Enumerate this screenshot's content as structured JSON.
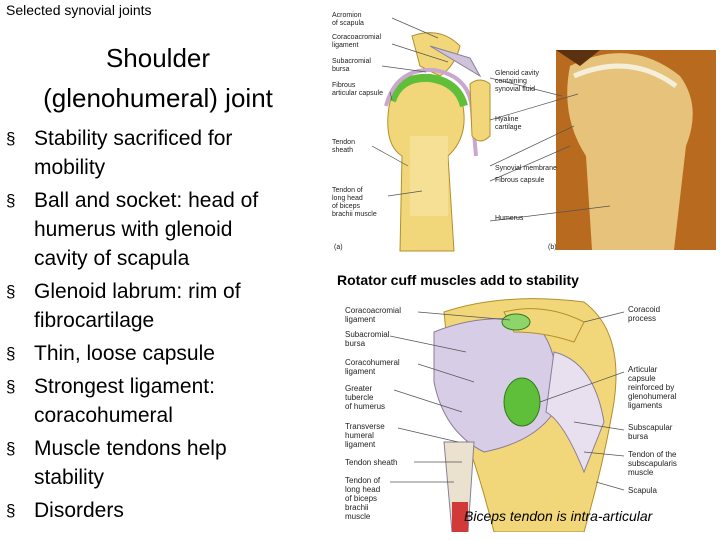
{
  "header": {
    "corner_label": "Selected synovial joints"
  },
  "slide": {
    "title_line1": "Shoulder",
    "title_line2": "(glenohumeral) joint",
    "bullets": [
      {
        "line1": "Stability sacrificed for",
        "line2": "mobility"
      },
      {
        "line1": "Ball and socket:  head of",
        "line2": "humerus with glenoid",
        "line3": "cavity of scapula"
      },
      {
        "line1": "Glenoid labrum: rim of",
        "line2": "fibrocartilage"
      },
      {
        "line1": "Thin, loose capsule"
      },
      {
        "line1": "Strongest ligament:",
        "line2": "coracohumeral"
      },
      {
        "line1": "Muscle tendons help",
        "line2": "stability"
      },
      {
        "line1": "Disorders"
      }
    ],
    "bullet_marker": "§"
  },
  "figure_top": {
    "labels_left": [
      "Acromion\nof scapula",
      "Coracoacromial\nligament",
      "Subacromial\nbursa",
      "Fibrous\narticular capsule",
      "Tendon\nsheath",
      "Tendon of\nlong head\nof biceps\nbrachii muscle"
    ],
    "labels_right": [
      "Glenoid cavity\ncontaining\nsynovial fluid",
      "Hyaline\ncartilage",
      "Synovial membrane",
      "Fibrous capsule",
      "Humerus"
    ],
    "panel_a": "(a)",
    "panel_b": "(b)"
  },
  "figure_bottom": {
    "heading": "Rotator cuff muscles add to stability",
    "labels_left": [
      "Coracoacromial\nligament",
      "Subacromial\nbursa",
      "Coracohumeral\nligament",
      "Greater\ntubercle\nof humerus",
      "Transverse\nhumeral\nligament",
      "Tendon sheath",
      "Tendon of\nlong head\nof biceps\nbrachii\nmuscle"
    ],
    "labels_right": [
      "Coracoid\nprocess",
      "Articular\ncapsule\nreinforced by\nglenohumeral\nligaments",
      "Subscapular\nbursa",
      "Tendon of the\nsubscapularis\nmuscle",
      "Scapula"
    ],
    "caption": "Biceps tendon is intra-articular"
  },
  "colors": {
    "bone": "#f2d77a",
    "cartilage": "#5fbf3a",
    "capsule": "#c9a7cf",
    "photo": "#b86a1f"
  }
}
